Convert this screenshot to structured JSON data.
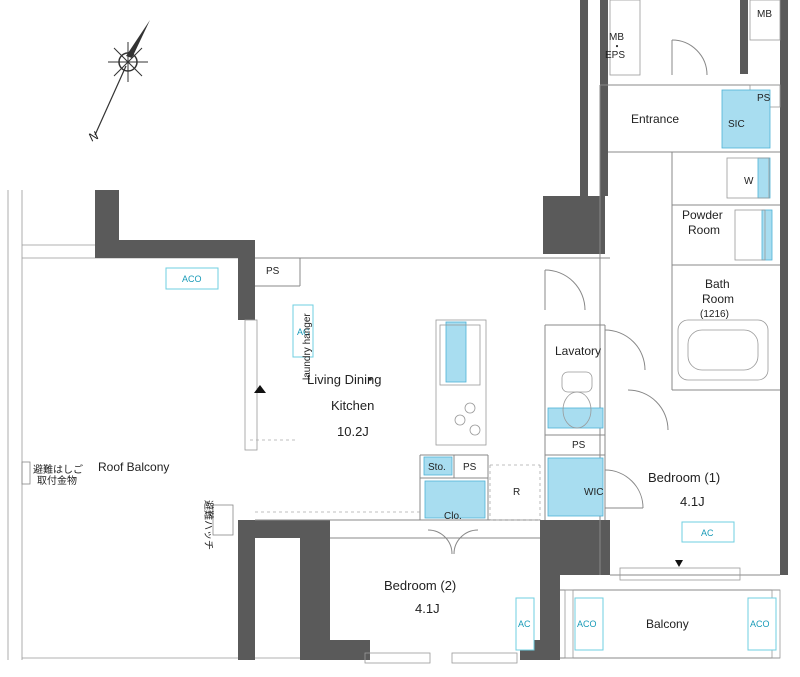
{
  "rooms": {
    "mb_top": "MB",
    "mb_eps": "MB\n・\nEPS",
    "ps_entrance": "PS",
    "entrance": "Entrance",
    "sic": "SIC",
    "w": "W",
    "powder_room_1": "Powder",
    "powder_room_2": "Room",
    "bath_1": "Bath",
    "bath_2": "Room",
    "bath_3": "(1216)",
    "lavatory": "Lavatory",
    "ps_lavatory": "PS",
    "wic": "WIC",
    "bedroom1_name": "Bedroom (1)",
    "bedroom1_size": "4.1J",
    "ldk_name_1": "Living Dining",
    "ldk_name_2": "Kitchen",
    "ldk_size": "10.2J",
    "ps_ldk": "PS",
    "laundry": "laundry hanger",
    "sto": "Sto.",
    "ps_sto": "PS",
    "r": "R",
    "clo": "Clo.",
    "bedroom2_name": "Bedroom (2)",
    "bedroom2_size": "4.1J",
    "roof_balcony": "Roof Balcony",
    "balcony": "Balcony",
    "escape_ladder_1": "避難はしご",
    "escape_ladder_2": "取付金物",
    "escape_hatch": "避難ハッチ"
  },
  "ac_units": {
    "aco_roof": "ACO",
    "ac_ldk": "AC",
    "ac_bed1": "AC",
    "ac_bed2": "AC",
    "aco_bal1": "ACO",
    "aco_bal2": "ACO"
  },
  "compass": {
    "north_label": "N"
  },
  "colors": {
    "wall": "#5a5a5a",
    "fixture_blue": "#a8ddf0",
    "ac_text": "#1a9bb8"
  }
}
